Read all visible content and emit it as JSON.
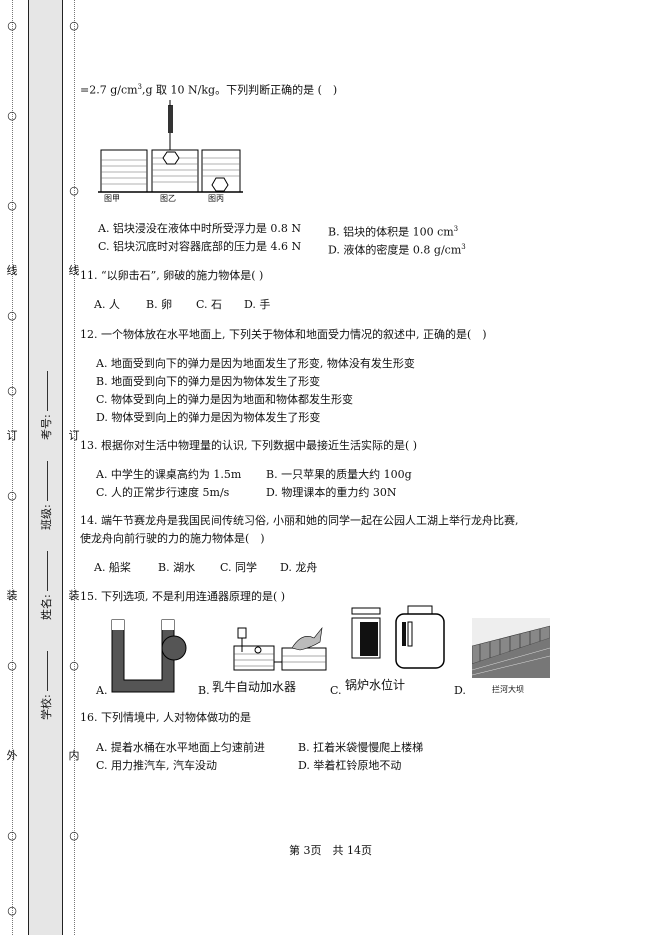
{
  "margin": {
    "outer_chars": [
      "线",
      "装",
      "外"
    ],
    "inner_chars": [
      "线",
      "订",
      "装",
      "内"
    ],
    "zeros": [
      "○",
      "○",
      "○",
      "○",
      "○",
      "○",
      "○",
      "○",
      "○",
      "○",
      "○",
      "○",
      "○",
      "○",
      "○"
    ],
    "order_char": "订",
    "labels": {
      "school": "学校:",
      "name": "姓名:",
      "class": "班级:",
      "exam_no": "考号:"
    }
  },
  "q10": {
    "stem": "=2.7 g/cm³,g 取 10 N/kg。下列判断正确的是 (　)",
    "fig_labels": [
      "图甲",
      "图乙",
      "图丙"
    ],
    "options": {
      "A": "A. 铝块浸没在液体中时所受浮力是 0.8 N",
      "B": "B. 铝块的体积是 100 cm³",
      "C": "C. 铝块沉底时对容器底部的压力是 4.6 N",
      "D": "D. 液体的密度是 0.8 g/cm³"
    }
  },
  "q11": {
    "stem": "11. “以卵击石”, 卵破的施力物体是(  )",
    "options": [
      "A. 人",
      "B. 卵",
      "C. 石",
      "D. 手"
    ]
  },
  "q12": {
    "stem": "12. 一个物体放在水平地面上, 下列关于物体和地面受力情况的叙述中, 正确的是(　)",
    "options": [
      "A. 地面受到向下的弹力是因为地面发生了形变, 物体没有发生形变",
      "B. 地面受到向下的弹力是因为物体发生了形变",
      "C. 物体受到向上的弹力是因为地面和物体都发生形变",
      "D. 物体受到向上的弹力是因为物体发生了形变"
    ]
  },
  "q13": {
    "stem": "13. 根据你对生活中物理量的认识, 下列数据中最接近生活实际的是(  )",
    "options": {
      "A": "A. 中学生的课桌高约为 1.5m",
      "B": "B. 一只苹果的质量大约 100g",
      "C": "C. 人的正常步行速度 5m/s",
      "D": "D. 物理课本的重力约 30N"
    }
  },
  "q14": {
    "stem1": "14. 端午节赛龙舟是我国民间传统习俗, 小丽和她的同学一起在公园人工湖上举行龙舟比赛,",
    "stem2": "使龙舟向前行驶的力的施力物体是(　)",
    "options": [
      "A. 船桨",
      "B. 湖水",
      "C. 同学",
      "D. 龙舟"
    ]
  },
  "q15": {
    "stem": "15. 下列选项, 不是利用连通器原理的是(  )",
    "options": {
      "A": "A.",
      "B": "B.",
      "C": "C.",
      "D": "D."
    },
    "captions": {
      "B": "乳牛自动加水器",
      "C": "锅炉水位计",
      "D": "拦河大坝"
    }
  },
  "q16": {
    "stem": "16. 下列情境中, 人对物体做功的是",
    "options": {
      "A": "A. 提着水桶在水平地面上匀速前进",
      "B": "B. 扛着米袋慢慢爬上楼梯",
      "C": "C. 用力推汽车, 汽车没动",
      "D": "D. 举着杠铃原地不动"
    }
  },
  "footer": "第 3页　共 14页"
}
